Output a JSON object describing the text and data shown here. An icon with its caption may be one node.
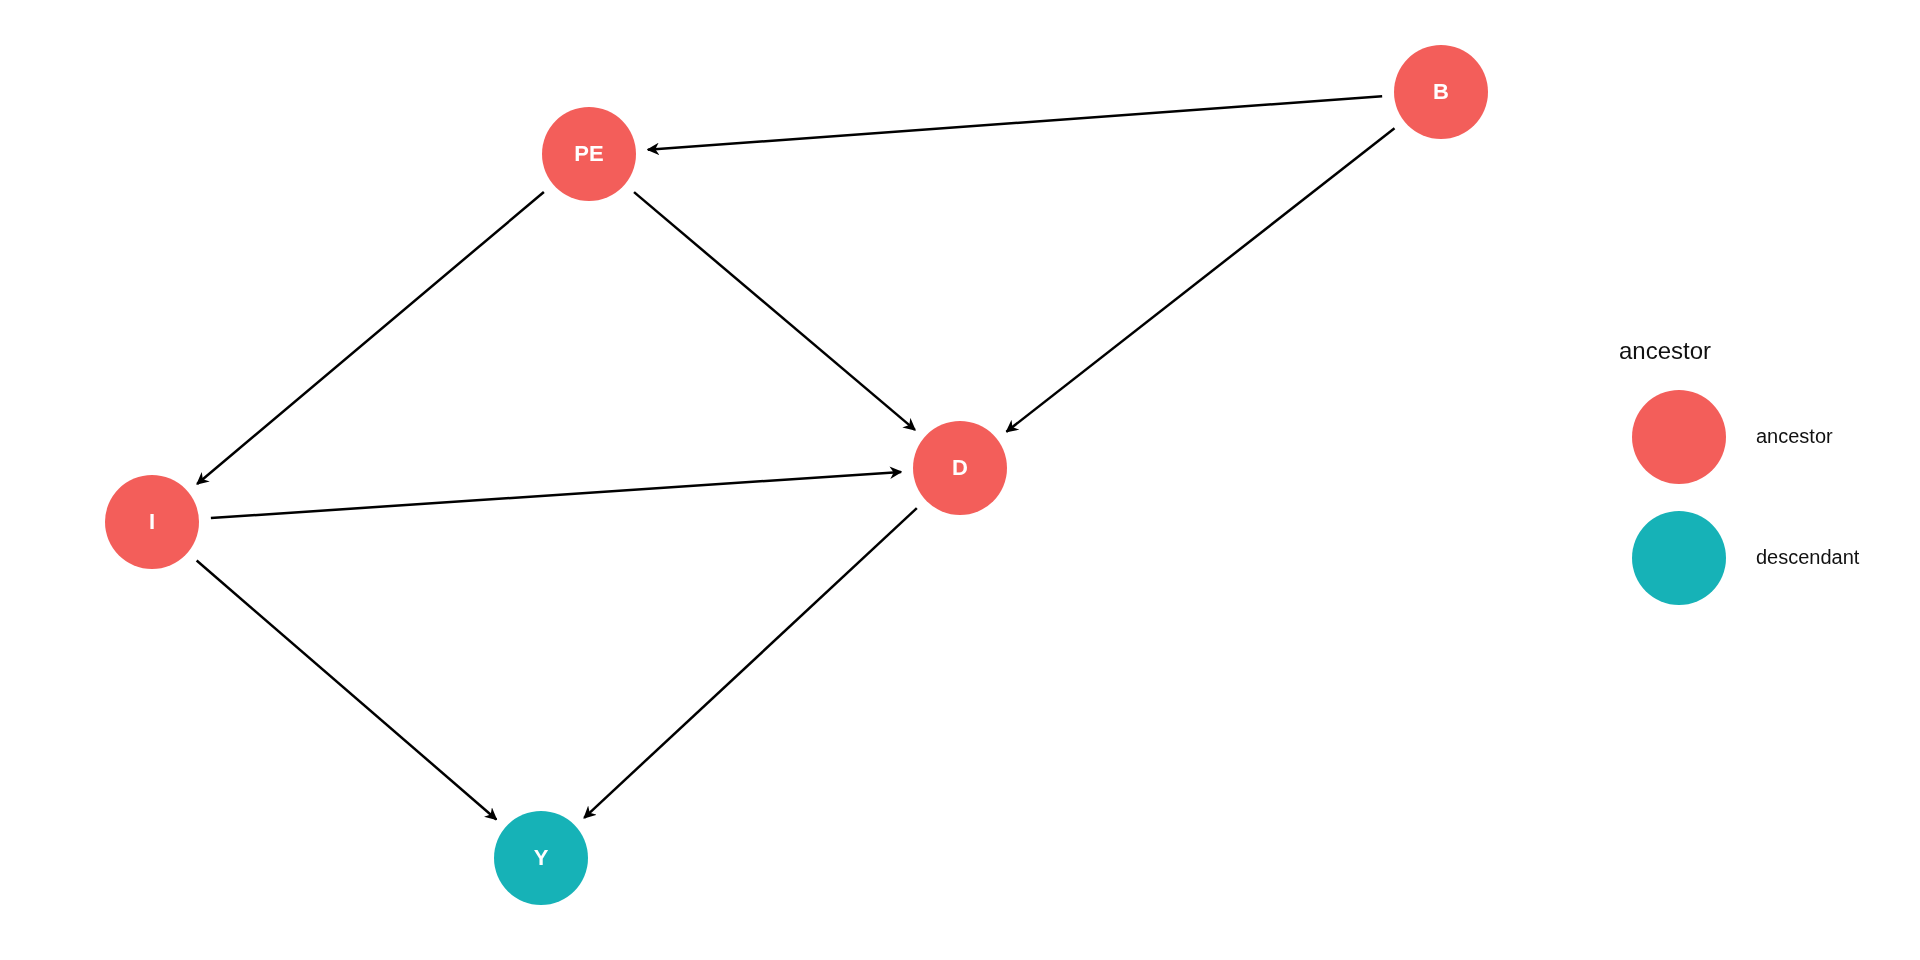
{
  "diagram": {
    "nodes": [
      {
        "text": [
          "B"
        ]
      },
      {
        "text": [
          "PE"
        ]
      },
      {
        "text": [
          "D"
        ]
      },
      {
        "text": [
          "I"
        ]
      },
      {
        "text": [
          "Y"
        ]
      }
    ],
    "edges": [
      {
        "from": 0,
        "to": 1,
        "arrow": "to"
      },
      {
        "from": 0,
        "to": 2,
        "arrow": "to"
      },
      {
        "from": 1,
        "to": 3,
        "arrow": "to"
      },
      {
        "from": 1,
        "to": 2,
        "arrow": "to"
      },
      {
        "from": 3,
        "to": 2,
        "arrow": "to"
      },
      {
        "from": 3,
        "to": 4,
        "arrow": "to"
      },
      {
        "from": 2,
        "to": 4,
        "arrow": "to"
      }
    ],
    "labels": [
      "ancestor"
    ],
    "legend": [
      {
        "text": "ancestor",
        "color": "#f35e5a"
      },
      {
        "text": "descendant",
        "color": "#16b2b7"
      }
    ]
  }
}
